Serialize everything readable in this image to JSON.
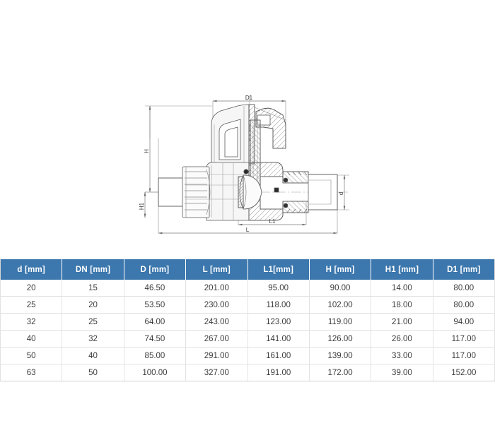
{
  "diagram": {
    "title": "Ball valve sectional drawing",
    "dimension_labels": {
      "d1_top": "D1",
      "h_left": "H",
      "h1_left": "H1",
      "l1_bottom": "L1",
      "l_bottom": "L",
      "d_right": "d"
    },
    "line_color": "#5a5a5a",
    "hatch_color": "#6e6e6e",
    "fill_color": "#f3f3f3"
  },
  "table": {
    "accent_color": "#3c77ad",
    "headers": [
      "d [mm]",
      "DN [mm]",
      "D [mm]",
      "L [mm]",
      "L1[mm]",
      "H [mm]",
      "H1 [mm]",
      "D1 [mm]"
    ],
    "rows": [
      [
        "20",
        "15",
        "46.50",
        "201.00",
        "95.00",
        "90.00",
        "14.00",
        "80.00"
      ],
      [
        "25",
        "20",
        "53.50",
        "230.00",
        "118.00",
        "102.00",
        "18.00",
        "80.00"
      ],
      [
        "32",
        "25",
        "64.00",
        "243.00",
        "123.00",
        "119.00",
        "21.00",
        "94.00"
      ],
      [
        "40",
        "32",
        "74.50",
        "267.00",
        "141.00",
        "126.00",
        "26.00",
        "117.00"
      ],
      [
        "50",
        "40",
        "85.00",
        "291.00",
        "161.00",
        "139.00",
        "33.00",
        "117.00"
      ],
      [
        "63",
        "50",
        "100.00",
        "327.00",
        "191.00",
        "172.00",
        "39.00",
        "152.00"
      ]
    ]
  }
}
